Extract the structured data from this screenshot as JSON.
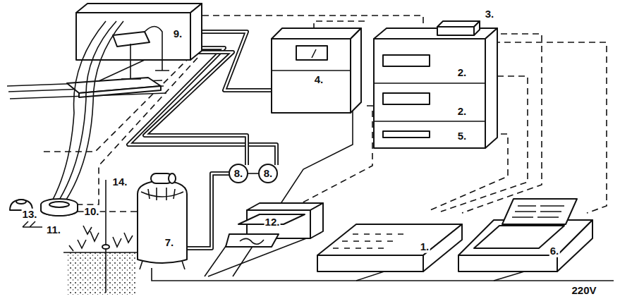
{
  "diagram": {
    "labels": [
      "3.",
      "9.",
      "2.",
      "4.",
      "2.",
      "5.",
      "10.",
      "11.",
      "8.",
      "8.",
      "14.",
      "13.",
      "12.",
      "7.",
      "1.",
      "6.",
      "220V"
    ]
  }
}
